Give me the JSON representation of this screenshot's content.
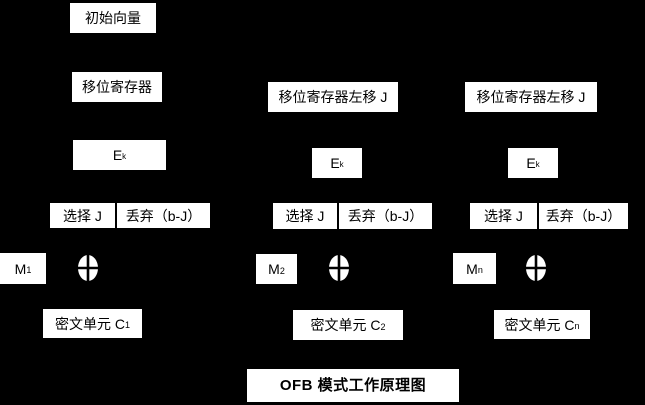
{
  "diagram": {
    "title": "OFB 模式工作原理图",
    "colors": {
      "background": "#000000",
      "box_fill": "#ffffff",
      "box_text": "#000000"
    },
    "icons": {
      "xor": "circle-plus-xor"
    },
    "columns": [
      {
        "initial_vector": "初始向量",
        "shift_register": "移位寄存器",
        "encryptor": {
          "base": "E",
          "sub": "k"
        },
        "select_label": "选择 J",
        "discard_label": "丢弃（b-J）",
        "plaintext": {
          "base": "M",
          "sub": "1"
        },
        "ciphertext": {
          "base": "密文单元 C",
          "sub": "1"
        }
      },
      {
        "shift_register": "移位寄存器左移 J",
        "encryptor": {
          "base": "E",
          "sub": "k"
        },
        "select_label": "选择 J",
        "discard_label": "丢弃（b-J）",
        "plaintext": {
          "base": "M",
          "sub": "2"
        },
        "ciphertext": {
          "base": "密文单元 C",
          "sub": "2"
        }
      },
      {
        "shift_register": "移位寄存器左移 J",
        "encryptor": {
          "base": "E",
          "sub": "k"
        },
        "select_label": "选择 J",
        "discard_label": "丢弃（b-J）",
        "plaintext": {
          "base": "M",
          "sub": "n"
        },
        "ciphertext": {
          "base": "密文单元 C",
          "sub": "n"
        }
      }
    ]
  }
}
